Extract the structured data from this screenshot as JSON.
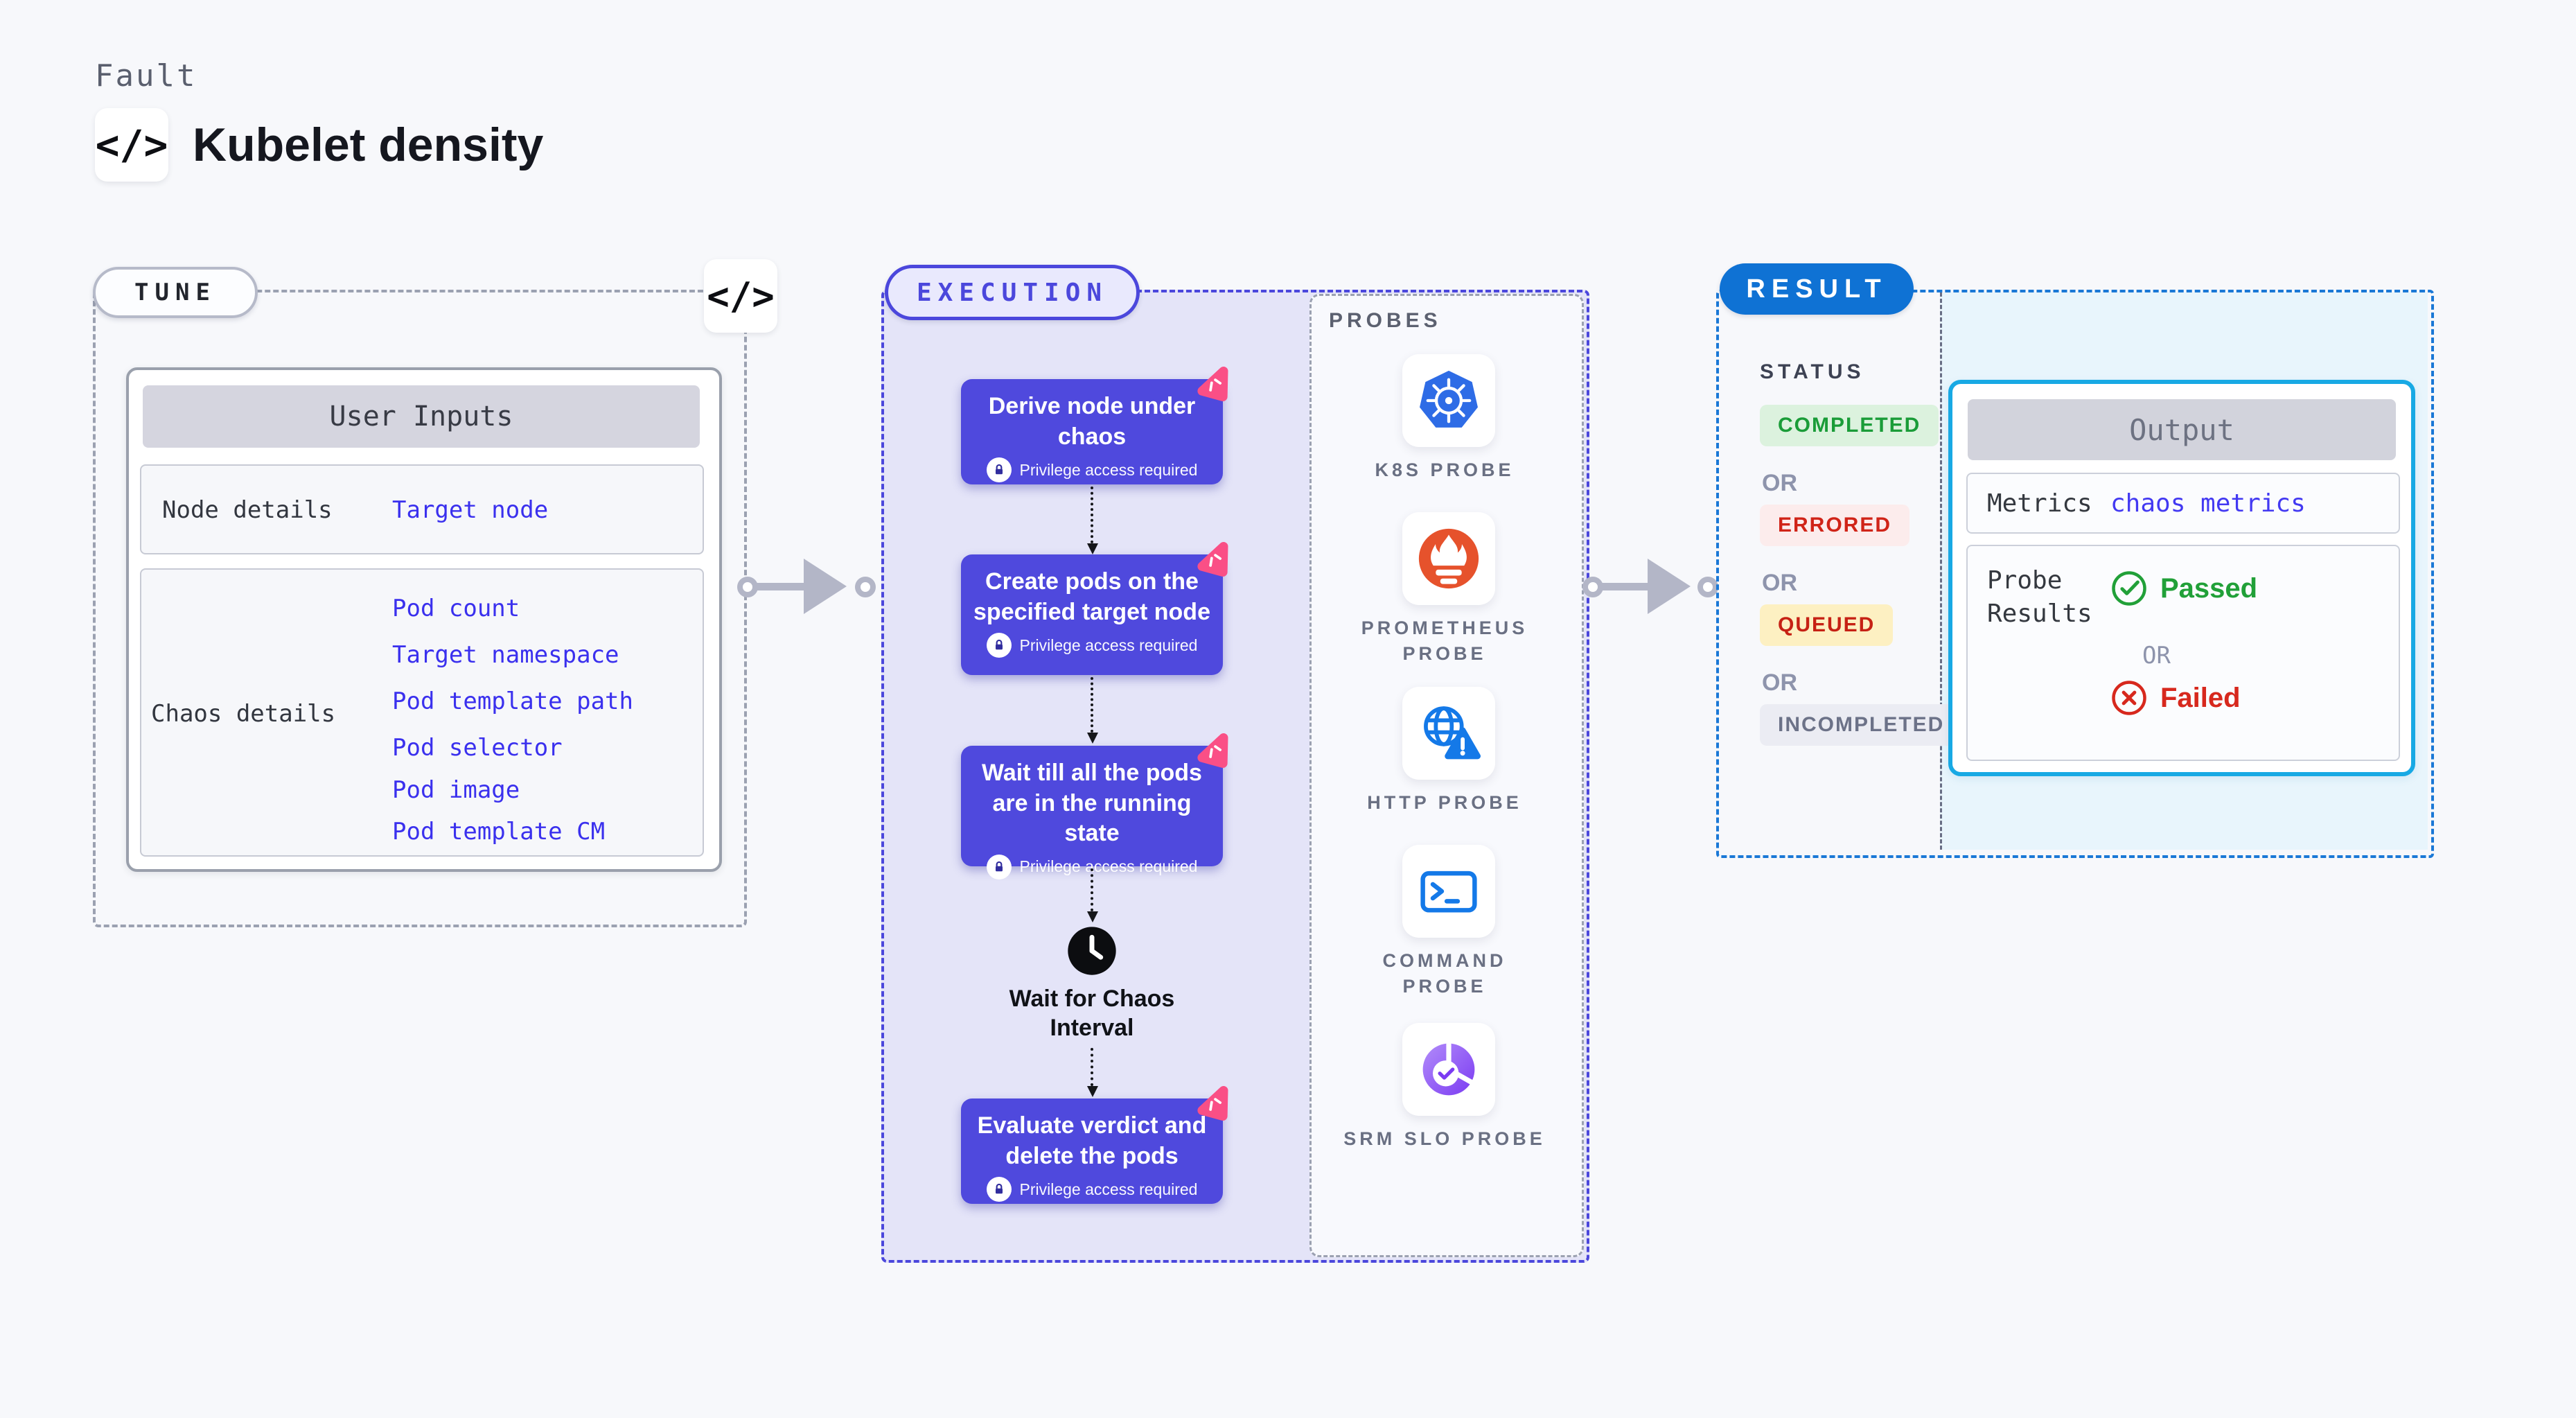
{
  "header": {
    "category": "Fault",
    "title": "Kubelet density",
    "code_icon": "</>"
  },
  "tune": {
    "label": "TUNE",
    "code_icon": "</>",
    "user_inputs": {
      "title": "User Inputs",
      "rows": [
        {
          "label": "Node details",
          "links": [
            "Target node"
          ]
        },
        {
          "label": "Chaos details",
          "links": [
            "Pod count",
            "Target namespace",
            "Pod template path",
            "Pod selector",
            "Pod image",
            "Pod template CM"
          ]
        }
      ]
    }
  },
  "execution": {
    "label": "EXECUTION",
    "privilege_note": "Privilege access required",
    "steps": [
      {
        "title": "Derive node under chaos"
      },
      {
        "title": "Create pods on the specified target node"
      },
      {
        "title": "Wait till all the pods are in the running state"
      },
      {
        "title": "Evaluate verdict and delete the pods"
      }
    ],
    "wait_label": "Wait for Chaos Interval",
    "probes": {
      "label": "PROBES",
      "items": [
        {
          "name": "K8S PROBE",
          "icon": "kubernetes-icon"
        },
        {
          "name": "PROMETHEUS PROBE",
          "icon": "prometheus-icon"
        },
        {
          "name": "HTTP PROBE",
          "icon": "globe-warning-icon"
        },
        {
          "name": "COMMAND PROBE",
          "icon": "terminal-icon"
        },
        {
          "name": "SRM SLO PROBE",
          "icon": "slo-pie-check-icon"
        }
      ]
    }
  },
  "result": {
    "label": "RESULT",
    "status": {
      "heading": "STATUS",
      "or": "OR",
      "badges": [
        {
          "text": "COMPLETED",
          "type": "completed"
        },
        {
          "text": "ERRORED",
          "type": "errored"
        },
        {
          "text": "QUEUED",
          "type": "queued"
        },
        {
          "text": "INCOMPLETED",
          "type": "incompleted"
        }
      ]
    },
    "output": {
      "title": "Output",
      "metrics_label": "Metrics",
      "metrics_link": "chaos metrics",
      "probe_results_label": "Probe Results",
      "passed_label": "Passed",
      "or": "OR",
      "failed_label": "Failed"
    }
  },
  "colors": {
    "indigo": "#4b47dc",
    "indigo_block": "#4f49dd",
    "lavender": "#e4e4f8",
    "link_blue": "#3a30ee",
    "result_blue": "#0f72d4",
    "result_dash": "#1a78d6",
    "cyan_border": "#18a9e4",
    "cyan_bg": "#e8f5fc",
    "green": "#1a9c38",
    "green_bg": "#dcf2de",
    "red": "#d02418",
    "red_bg": "#fcecec",
    "yellow_bg": "#fdf0c2",
    "queued_red": "#c62114",
    "gray_badge": "#6c7288",
    "gray_badge_bg": "#ebecf3",
    "pink": "#fa4f86",
    "gray_dash": "#9ba1b1",
    "arrow_gray": "#b3b6c7",
    "k8s_blue": "#2e6ce6",
    "prometheus_orange": "#e6522c",
    "probe_blue": "#1479e8",
    "srm_purple": "#7b3bf2",
    "page_bg": "#f7f8fb"
  }
}
